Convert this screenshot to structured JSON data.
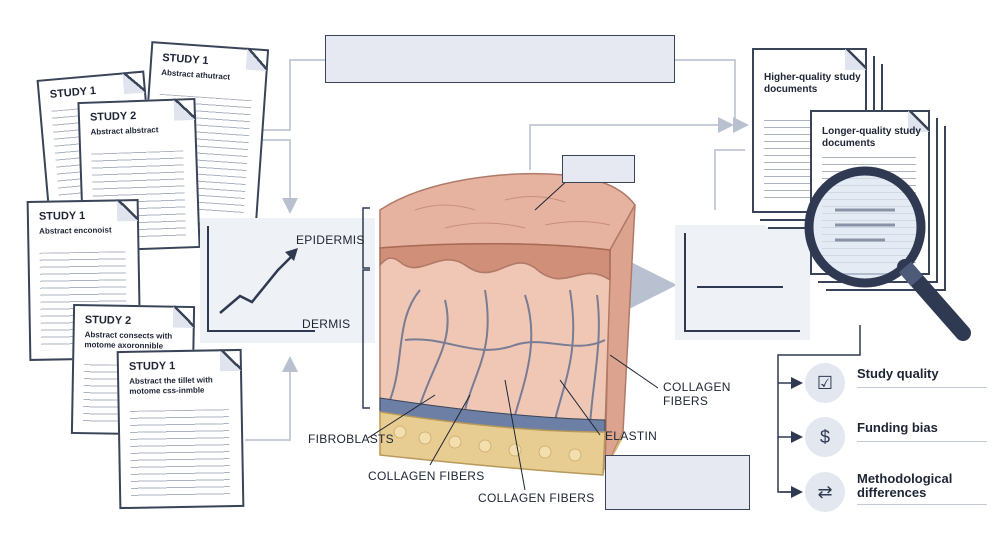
{
  "left_documents": [
    {
      "title": "STUDY 1",
      "subtitle": "Abstract athutract"
    },
    {
      "title": "STUDY 1",
      "subtitle": ""
    },
    {
      "title": "STUDY 2",
      "subtitle": "Abstract albstract"
    },
    {
      "title": "STUDY 1",
      "subtitle": "Abstract enconoist"
    },
    {
      "title": "STUDY 2",
      "subtitle": "Abstract consects with motome axoronnible"
    },
    {
      "title": "STUDY 1",
      "subtitle": "Abstract the tillet with motome css-inmble"
    }
  ],
  "skin_labels": {
    "epidermis": "EPIDERMIS",
    "dermis": "DERMIS",
    "fibroblasts": "FIBROBLASTS",
    "collagen_a": "COLLAGEN FIBERS",
    "collagen_b": "COLLAGEN FIBERS",
    "collagen_right": "COLLAGEN FIBERS",
    "elastin": "ELASTIN"
  },
  "right_documents": {
    "doc_a": "Higher-quality study documents",
    "doc_b": "Longer-quality study documents"
  },
  "legend": [
    {
      "label": "Study quality",
      "icon": "checklist-icon"
    },
    {
      "label": "Funding bias",
      "icon": "money-bags-icon"
    },
    {
      "label": "Methodological differences",
      "icon": "compare-icon"
    }
  ],
  "colors": {
    "line": "#3a4458",
    "skin": "#e8b9a6",
    "fat": "#e9cf97",
    "placeholder": "#e6e9f1"
  }
}
